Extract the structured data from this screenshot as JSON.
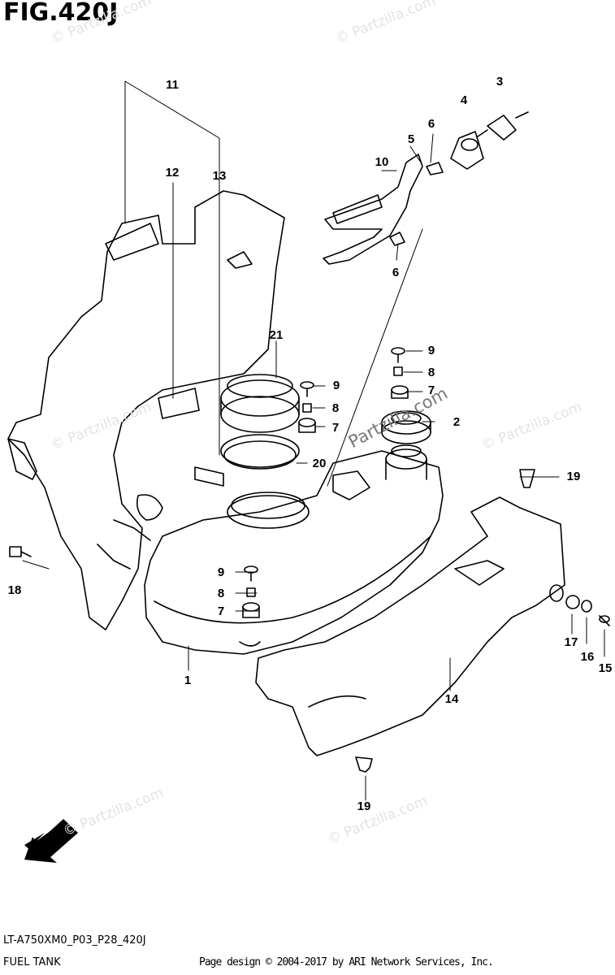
{
  "figure": {
    "title": "FIG.420J",
    "model_code": "LT-A750XM0_P03_P28_420J",
    "section": "FUEL TANK",
    "credit": "Page design © 2004-2017 by ARI Network Services, Inc."
  },
  "direction_tag": "FWD",
  "watermark": "© Partzilla.com",
  "watermark_center": "Partzilla.com",
  "labels": [
    {
      "id": "1",
      "text": "1"
    },
    {
      "id": "2",
      "text": "2"
    },
    {
      "id": "3",
      "text": "3"
    },
    {
      "id": "4",
      "text": "4"
    },
    {
      "id": "5",
      "text": "5"
    },
    {
      "id": "6a",
      "text": "6"
    },
    {
      "id": "6b",
      "text": "6"
    },
    {
      "id": "7a",
      "text": "7"
    },
    {
      "id": "7b",
      "text": "7"
    },
    {
      "id": "7c",
      "text": "7"
    },
    {
      "id": "8a",
      "text": "8"
    },
    {
      "id": "8b",
      "text": "8"
    },
    {
      "id": "8c",
      "text": "8"
    },
    {
      "id": "9a",
      "text": "9"
    },
    {
      "id": "9b",
      "text": "9"
    },
    {
      "id": "9c",
      "text": "9"
    },
    {
      "id": "10",
      "text": "10"
    },
    {
      "id": "11",
      "text": "11"
    },
    {
      "id": "12",
      "text": "12"
    },
    {
      "id": "13",
      "text": "13"
    },
    {
      "id": "14",
      "text": "14"
    },
    {
      "id": "15",
      "text": "15"
    },
    {
      "id": "16",
      "text": "16"
    },
    {
      "id": "17",
      "text": "17"
    },
    {
      "id": "18",
      "text": "18"
    },
    {
      "id": "19a",
      "text": "19"
    },
    {
      "id": "19b",
      "text": "19"
    },
    {
      "id": "20",
      "text": "20"
    },
    {
      "id": "21",
      "text": "21"
    }
  ]
}
